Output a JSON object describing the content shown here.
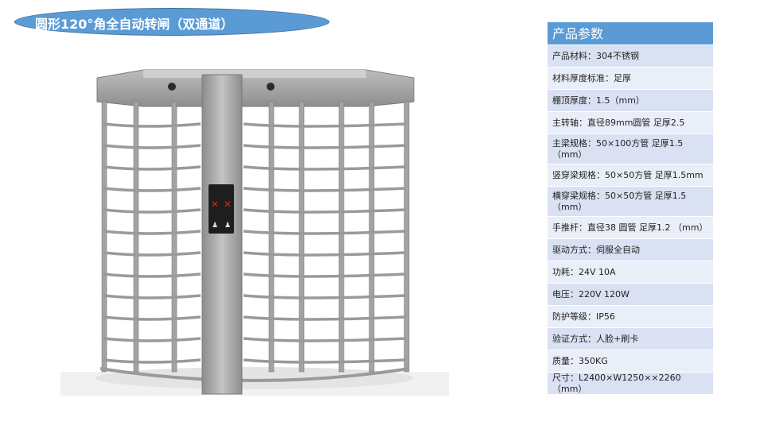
{
  "slide": {
    "title": "圆形120°角全自动转闸（双通道）"
  },
  "turnstile_panel": {
    "cross_glyph": "✕",
    "figure_glyph": "♟"
  },
  "specs": {
    "header": "产品参数",
    "rows": [
      "产品材料：304不锈钢",
      "材料厚度标准：足厚",
      "棚顶厚度：1.5（mm）",
      "主转轴：直径89mm圆管 足厚2.5",
      "主梁规格：50×100方管   足厚1.5（mm）",
      "竖穿梁规格：50×50方管 足厚1.5mm",
      "横穿梁规格：50×50方管 足厚1.5（mm）",
      "手推杆：直径38  圆管 足厚1.2 （mm）",
      "驱动方式：伺服全自动",
      "功耗：24V 10A",
      "电压：220V  120W",
      "防护等级：IP56",
      "验证方式：人脸+刷卡",
      "质量：350KG",
      "尺寸：L2400×W1250××2260（mm）"
    ]
  },
  "colors": {
    "accent": "#5b9bd5",
    "row_dark": "#d9e1f2",
    "row_light": "#e9eef8",
    "steel": "#a8a8a8",
    "indicator_red": "#e02020"
  }
}
